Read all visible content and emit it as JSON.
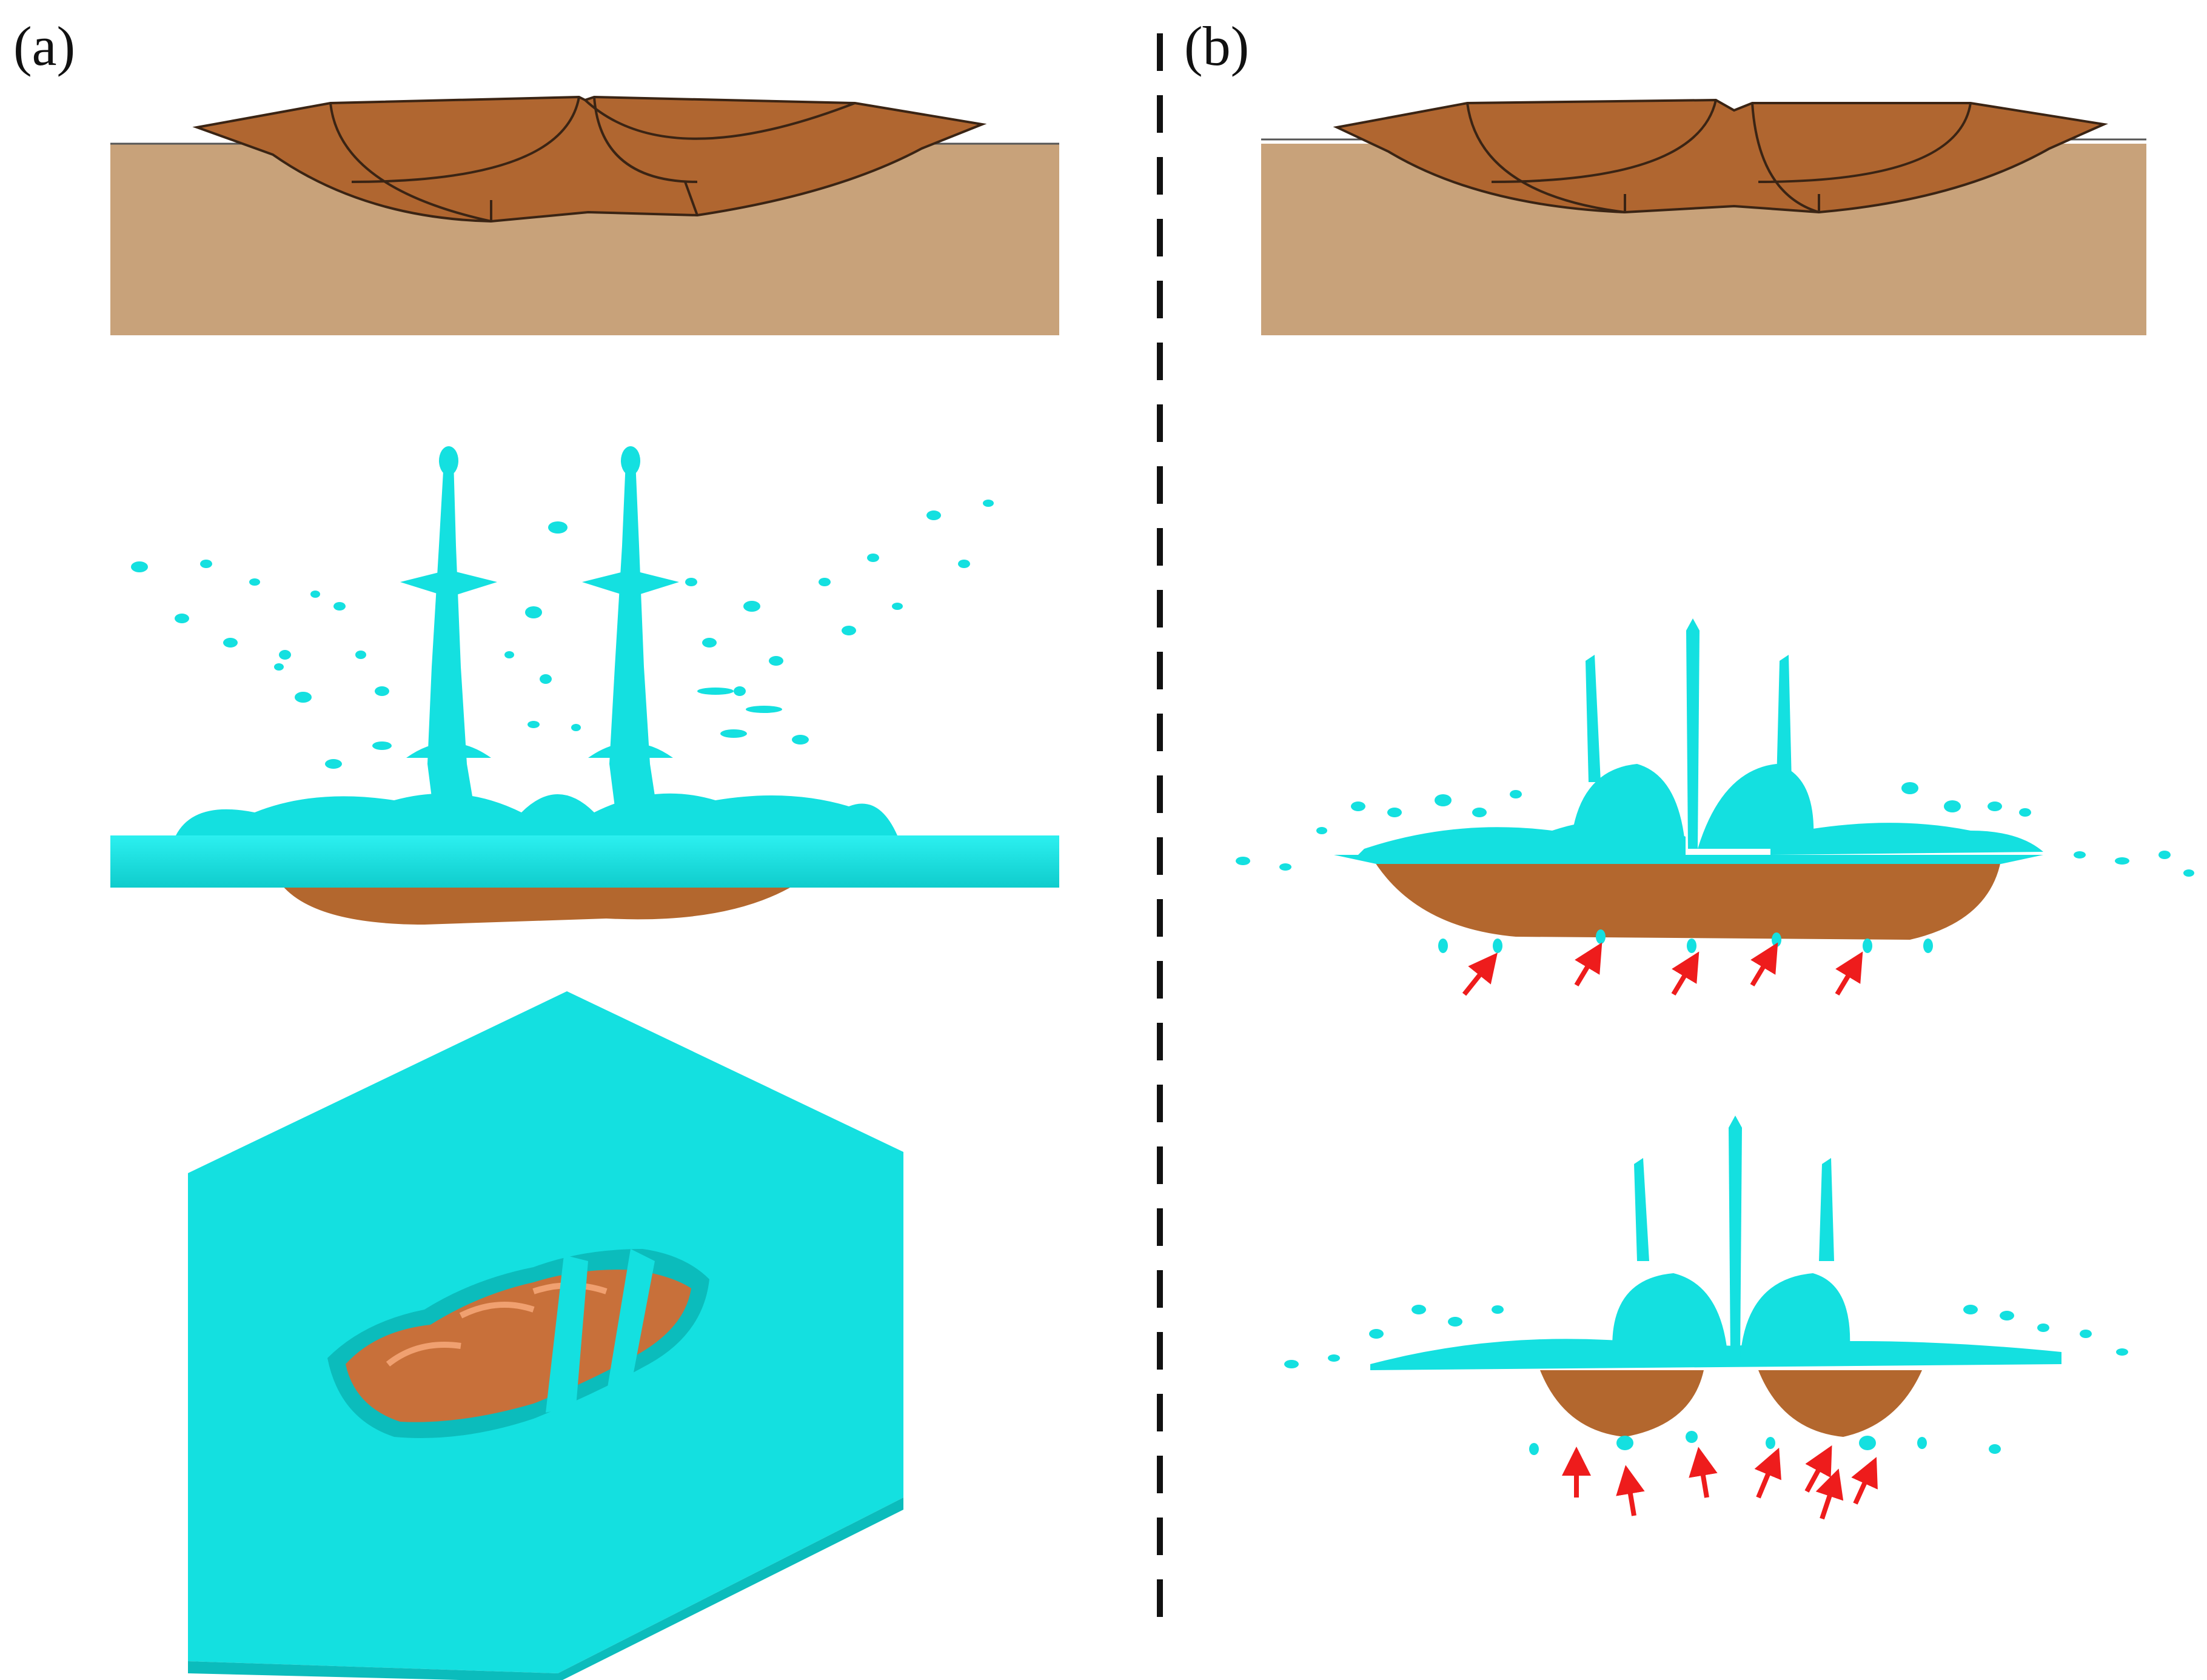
{
  "figure": {
    "panels": [
      {
        "id": "a",
        "label": "(a)"
      },
      {
        "id": "b",
        "label": "(b)"
      }
    ]
  },
  "colors": {
    "substrate": "#c8a27a",
    "deposit": "#b06630",
    "deposit_outline": "#3a2414",
    "fluid": "#14e0e0",
    "fluid_dark": "#0bbcbc",
    "deposit_3d": "#c8703a",
    "arrow": "#ee1c1c",
    "separator": "#111111"
  },
  "icons": {
    "arrows": "red-arrow-icon"
  }
}
